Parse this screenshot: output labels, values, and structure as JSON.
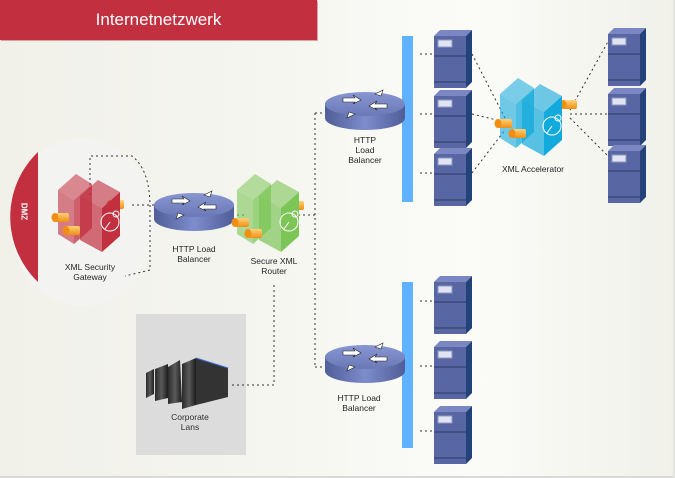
{
  "header": {
    "title": "Internetnetzwerk"
  },
  "zones": {
    "dmz_label": "DMZ"
  },
  "nodes": {
    "security_gateway": {
      "label_line1": "XML Security",
      "label_line2": "Gateway",
      "color": "#c22f3f"
    },
    "http_lb_main": {
      "label_line1": "HTTP Load",
      "label_line2": "Balancer"
    },
    "secure_router": {
      "label_line1": "Secure XML",
      "label_line2": "Router",
      "color": "#7cc557"
    },
    "http_lb_top": {
      "label_line1": "HTTP",
      "label_line2": "Load",
      "label_line3": "Balancer"
    },
    "http_lb_bottom": {
      "label_line1": "HTTP Load",
      "label_line2": "Balancer"
    },
    "xml_accelerator": {
      "label": "XML Accelerator",
      "color": "#12a9dc"
    },
    "corporate_lans": {
      "label_line1": "Corporate",
      "label_line2": "Lans"
    }
  },
  "colors": {
    "brand_red": "#c22f3f",
    "server_blue": "#5563a0",
    "bus_blue": "#5fb2ff",
    "router_blue": "#6b7bb8",
    "connector_orange": "#f39a1e"
  }
}
